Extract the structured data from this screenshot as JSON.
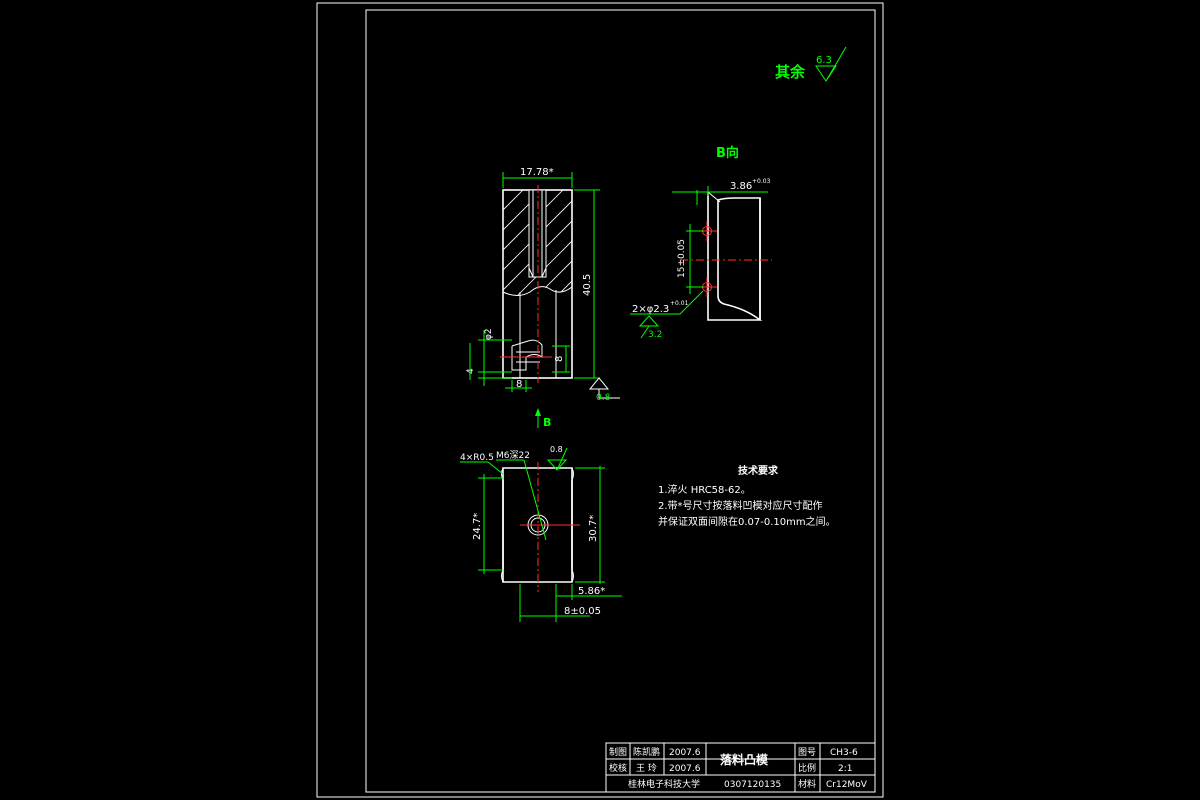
{
  "roughness_note": {
    "label": "其余",
    "value": "6.3"
  },
  "view_b": {
    "title": "B向",
    "dim_top": "3.86",
    "dim_top_tol": "+0.03",
    "dim_vertical": "15±0.05",
    "hole_note": "2×φ2.3",
    "hole_note_tol": "+0.01",
    "roughness": "3.2"
  },
  "front_view": {
    "dim_width": "17.78*",
    "dim_height": "40.5",
    "dim_phi": "φ2",
    "dim_4": "4",
    "dim_8_bottom": "8",
    "dim_8_right": "8",
    "roughness": "0.8",
    "arrow_label": "B"
  },
  "top_view": {
    "note_chamfer": "4×R0.5",
    "note_thread": "M6深22",
    "roughness": "0.8",
    "dim_left": "24.7*",
    "dim_right": "30.7*",
    "dim_586": "5.86*",
    "dim_8": "8±0.05"
  },
  "tech_requirements": {
    "title": "技术要求",
    "lines": [
      "1.淬火 HRC58-62。",
      "2.带*号尺寸按落料凹模对应尺寸配作",
      "并保证双面间隙在0.07-0.10mm之间。"
    ]
  },
  "title_block": {
    "drawn_label": "制图",
    "drawn_name": "陈凯鹏",
    "drawn_date": "2007.6",
    "check_label": "校核",
    "check_name": "王 玲",
    "check_date": "2007.6",
    "part_name": "落料凸模",
    "drawing_no_label": "图号",
    "drawing_no": "CH3-6",
    "scale_label": "比例",
    "scale": "2:1",
    "material_label": "材料",
    "material": "Cr12MoV",
    "school": "桂林电子科技大学",
    "student_no": "0307120135"
  }
}
